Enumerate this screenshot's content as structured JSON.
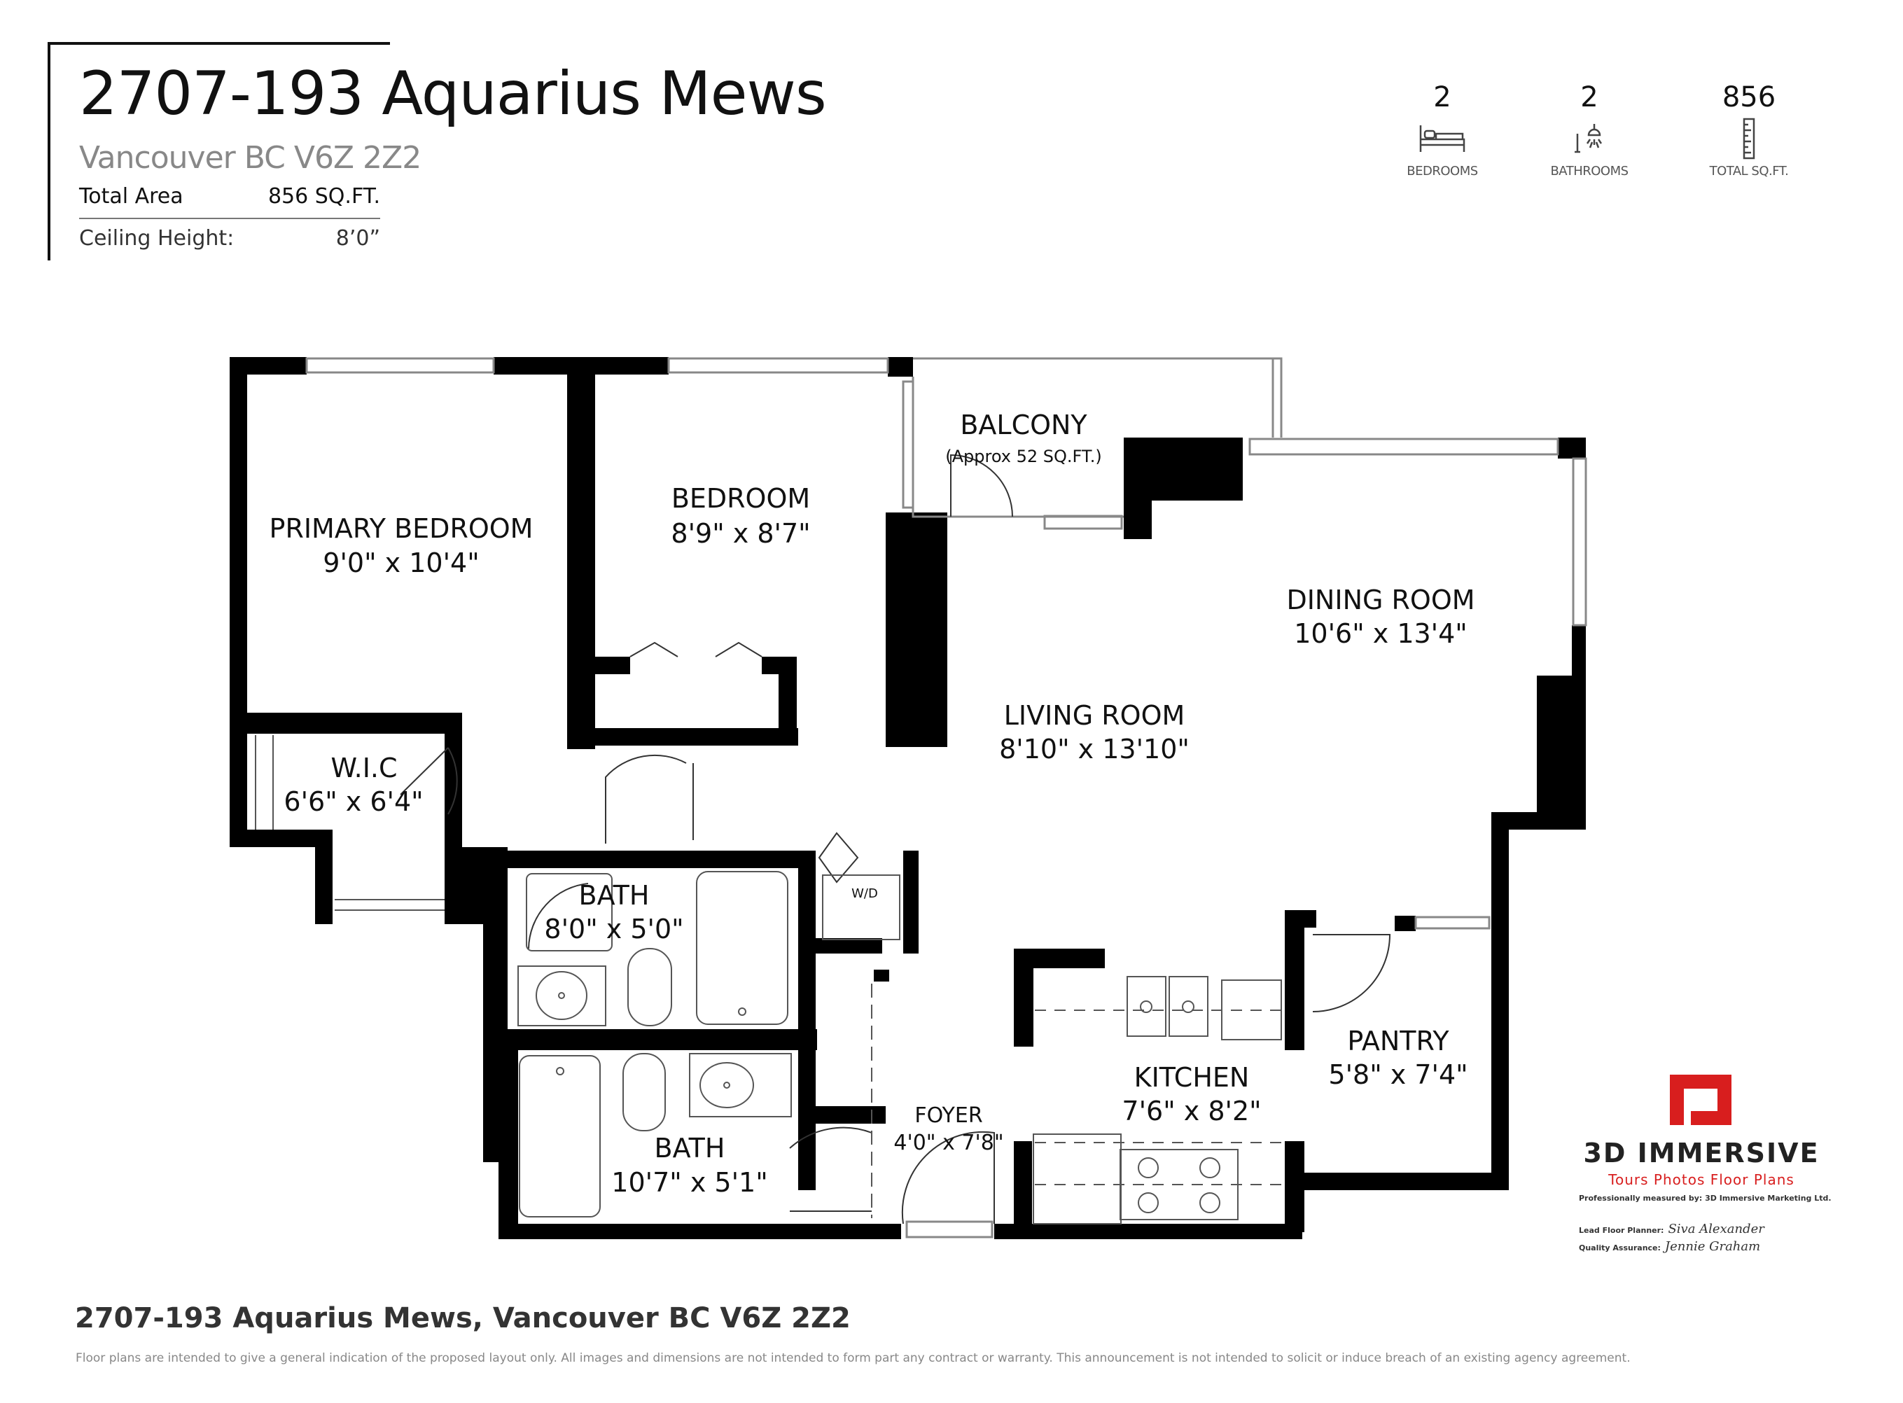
{
  "header": {
    "title": "2707-193 Aquarius Mews",
    "subtitle": "Vancouver BC V6Z 2Z2",
    "total_area_label": "Total Area",
    "total_area_value": "856  SQ.FT.",
    "ceiling_label": "Ceiling Height:",
    "ceiling_value": "8’0”"
  },
  "stats": [
    {
      "value": "2",
      "label": "BEDROOMS",
      "icon": "bed-icon"
    },
    {
      "value": "2",
      "label": "BATHROOMS",
      "icon": "shower-icon"
    },
    {
      "value": "856",
      "label": "TOTAL SQ.FT.",
      "icon": "ruler-icon"
    }
  ],
  "rooms": {
    "balcony": {
      "name": "BALCONY",
      "note": "(Approx 52 SQ.FT.)"
    },
    "primary_bedroom": {
      "name": "PRIMARY BEDROOM",
      "dims": "9'0\" x 10'4\""
    },
    "bedroom": {
      "name": "BEDROOM",
      "dims": "8'9\" x 8'7\""
    },
    "dining_room": {
      "name": "DINING ROOM",
      "dims": "10'6\" x 13'4\""
    },
    "living_room": {
      "name": "LIVING ROOM",
      "dims": "8'10\" x 13'10\""
    },
    "wic": {
      "name": "W.I.C",
      "dims": "6'6\" x 6'4\""
    },
    "bath1": {
      "name": "BATH",
      "dims": "8'0\" x 5'0\""
    },
    "wd": {
      "name": "W/D"
    },
    "pantry": {
      "name": "PANTRY",
      "dims": "5'8\" x 7'4\""
    },
    "kitchen": {
      "name": "KITCHEN",
      "dims": "7'6\" x 8'2\""
    },
    "foyer": {
      "name": "FOYER",
      "dims": "4'0\" x 7'8\""
    },
    "bath2": {
      "name": "BATH",
      "dims": "10'7\" x 5'1\""
    }
  },
  "brand": {
    "name": "3D IMMERSIVE",
    "tagline": "Tours  Photos  Floor Plans",
    "measured_by": "Professionally measured by: 3D Immersive Marketing Ltd.",
    "lead_label": "Lead Floor Planner:",
    "lead_sig": "Siva Alexander",
    "qa_label": "Quality Assurance:",
    "qa_sig": "Jennie Graham",
    "color": "#d81e1e"
  },
  "footer": {
    "address": "2707-193 Aquarius Mews, Vancouver BC V6Z 2Z2",
    "disclaimer": "Floor plans are intended to give a general indication of the proposed layout only. All images and dimensions are not intended to form part any contract or warranty.  This announcement is not intended to solicit or induce breach of an existing agency agreement."
  },
  "colors": {
    "wall": "#000000",
    "fixture": "#555555"
  }
}
